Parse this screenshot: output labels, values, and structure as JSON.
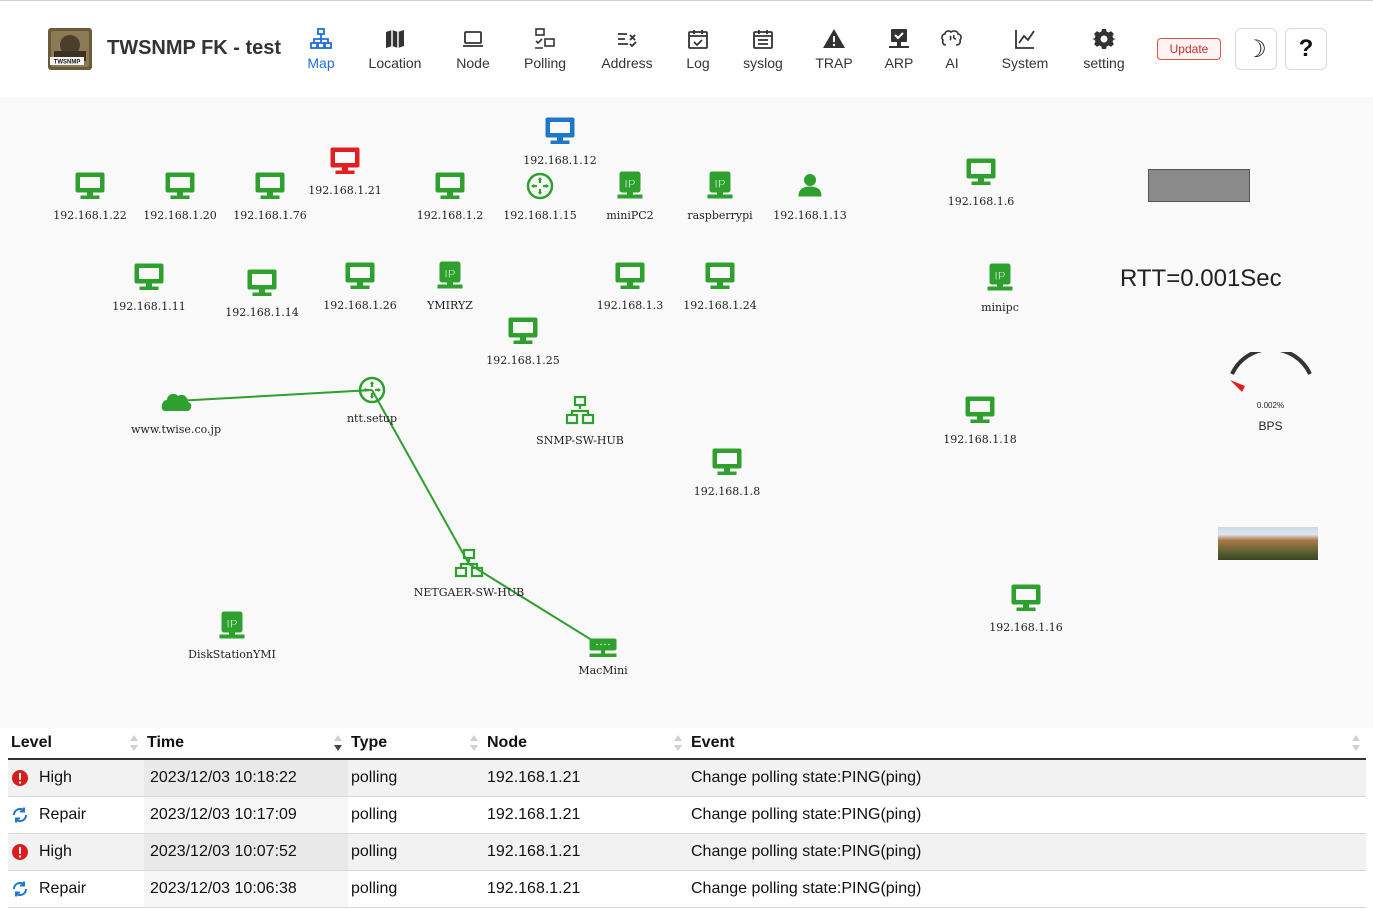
{
  "app": {
    "title": "TWSNMP FK - test",
    "logo_text": "TWSNMP"
  },
  "nav": [
    {
      "id": "map",
      "label": "Map",
      "icon": "network-icon",
      "active": true
    },
    {
      "id": "location",
      "label": "Location",
      "icon": "map-icon"
    },
    {
      "id": "node",
      "label": "Node",
      "icon": "laptop-icon"
    },
    {
      "id": "polling",
      "label": "Polling",
      "icon": "polling-icon"
    },
    {
      "id": "address",
      "label": "Address",
      "icon": "address-list-icon"
    },
    {
      "id": "log",
      "label": "Log",
      "icon": "calendar-check-icon"
    },
    {
      "id": "syslog",
      "label": "syslog",
      "icon": "calendar-list-icon"
    },
    {
      "id": "trap",
      "label": "TRAP",
      "icon": "warning-icon"
    },
    {
      "id": "arp",
      "label": "ARP",
      "icon": "computer-check-icon"
    },
    {
      "id": "ai",
      "label": "AI",
      "icon": "brain-icon"
    },
    {
      "id": "system",
      "label": "System",
      "icon": "chart-line-icon"
    },
    {
      "id": "setting",
      "label": "setting",
      "icon": "gear-icon"
    }
  ],
  "actions": {
    "update_label": "Update",
    "theme_symbol": "☽",
    "help_symbol": "?"
  },
  "colors": {
    "ok": "#2ea02e",
    "error": "#e02020",
    "info": "#1f77c8",
    "accent": "#1e6fd9"
  },
  "map": {
    "nodes": [
      {
        "label": "192.168.1.22",
        "icon": "monitor-icon",
        "state": "ok"
      },
      {
        "label": "192.168.1.20",
        "icon": "monitor-icon",
        "state": "ok"
      },
      {
        "label": "192.168.1.76",
        "icon": "monitor-icon",
        "state": "ok"
      },
      {
        "label": "192.168.1.21",
        "icon": "monitor-icon",
        "state": "error"
      },
      {
        "label": "192.168.1.2",
        "icon": "monitor-icon",
        "state": "ok"
      },
      {
        "label": "192.168.1.12",
        "icon": "monitor-icon",
        "state": "info"
      },
      {
        "label": "192.168.1.15",
        "icon": "router-icon",
        "state": "ok"
      },
      {
        "label": "miniPC2",
        "icon": "ip-icon",
        "state": "ok"
      },
      {
        "label": "raspberrypi",
        "icon": "ip-icon",
        "state": "ok"
      },
      {
        "label": "192.168.1.13",
        "icon": "person-icon",
        "state": "ok"
      },
      {
        "label": "192.168.1.6",
        "icon": "monitor-icon",
        "state": "ok"
      },
      {
        "label": "192.168.1.11",
        "icon": "monitor-icon",
        "state": "ok"
      },
      {
        "label": "192.168.1.14",
        "icon": "monitor-icon",
        "state": "ok"
      },
      {
        "label": "192.168.1.26",
        "icon": "monitor-icon",
        "state": "ok"
      },
      {
        "label": "YMIRYZ",
        "icon": "ip-icon",
        "state": "ok"
      },
      {
        "label": "192.168.1.3",
        "icon": "monitor-icon",
        "state": "ok"
      },
      {
        "label": "192.168.1.24",
        "icon": "monitor-icon",
        "state": "ok"
      },
      {
        "label": "minipc",
        "icon": "ip-icon",
        "state": "ok"
      },
      {
        "label": "192.168.1.25",
        "icon": "monitor-icon",
        "state": "ok"
      },
      {
        "label": "www.twise.co.jp",
        "icon": "cloud-icon",
        "state": "ok"
      },
      {
        "label": "ntt.setup",
        "icon": "router-icon",
        "state": "ok"
      },
      {
        "label": "SNMP-SW-HUB",
        "icon": "hub-icon",
        "state": "ok"
      },
      {
        "label": "192.168.1.18",
        "icon": "monitor-icon",
        "state": "ok"
      },
      {
        "label": "192.168.1.8",
        "icon": "monitor-icon",
        "state": "ok"
      },
      {
        "label": "NETGAER-SW-HUB",
        "icon": "hub-icon",
        "state": "ok"
      },
      {
        "label": "DiskStationYMI",
        "icon": "ip-icon",
        "state": "ok"
      },
      {
        "label": "MacMini",
        "icon": "server-icon",
        "state": "ok"
      },
      {
        "label": "192.168.1.16",
        "icon": "monitor-icon",
        "state": "ok"
      }
    ],
    "lines": [
      {
        "from": "www.twise.co.jp",
        "to": "ntt.setup"
      },
      {
        "from": "ntt.setup",
        "to": "NETGAER-SW-HUB"
      },
      {
        "from": "NETGAER-SW-HUB",
        "to": "MacMini"
      }
    ],
    "widgets": {
      "rtt_text": "RTT=0.001Sec",
      "gauge_value": "0.002%",
      "gauge_label": "BPS"
    }
  },
  "log_table": {
    "columns": [
      "Level",
      "Time",
      "Type",
      "Node",
      "Event"
    ],
    "rows": [
      {
        "level": "High",
        "level_icon": "alert-icon",
        "time": "2023/12/03 10:18:22",
        "type": "polling",
        "node": "192.168.1.21",
        "event": "Change polling state:PING(ping)"
      },
      {
        "level": "Repair",
        "level_icon": "repair-icon",
        "time": "2023/12/03 10:17:09",
        "type": "polling",
        "node": "192.168.1.21",
        "event": "Change polling state:PING(ping)"
      },
      {
        "level": "High",
        "level_icon": "alert-icon",
        "time": "2023/12/03 10:07:52",
        "type": "polling",
        "node": "192.168.1.21",
        "event": "Change polling state:PING(ping)"
      },
      {
        "level": "Repair",
        "level_icon": "repair-icon",
        "time": "2023/12/03 10:06:38",
        "type": "polling",
        "node": "192.168.1.21",
        "event": "Change polling state:PING(ping)"
      }
    ]
  }
}
